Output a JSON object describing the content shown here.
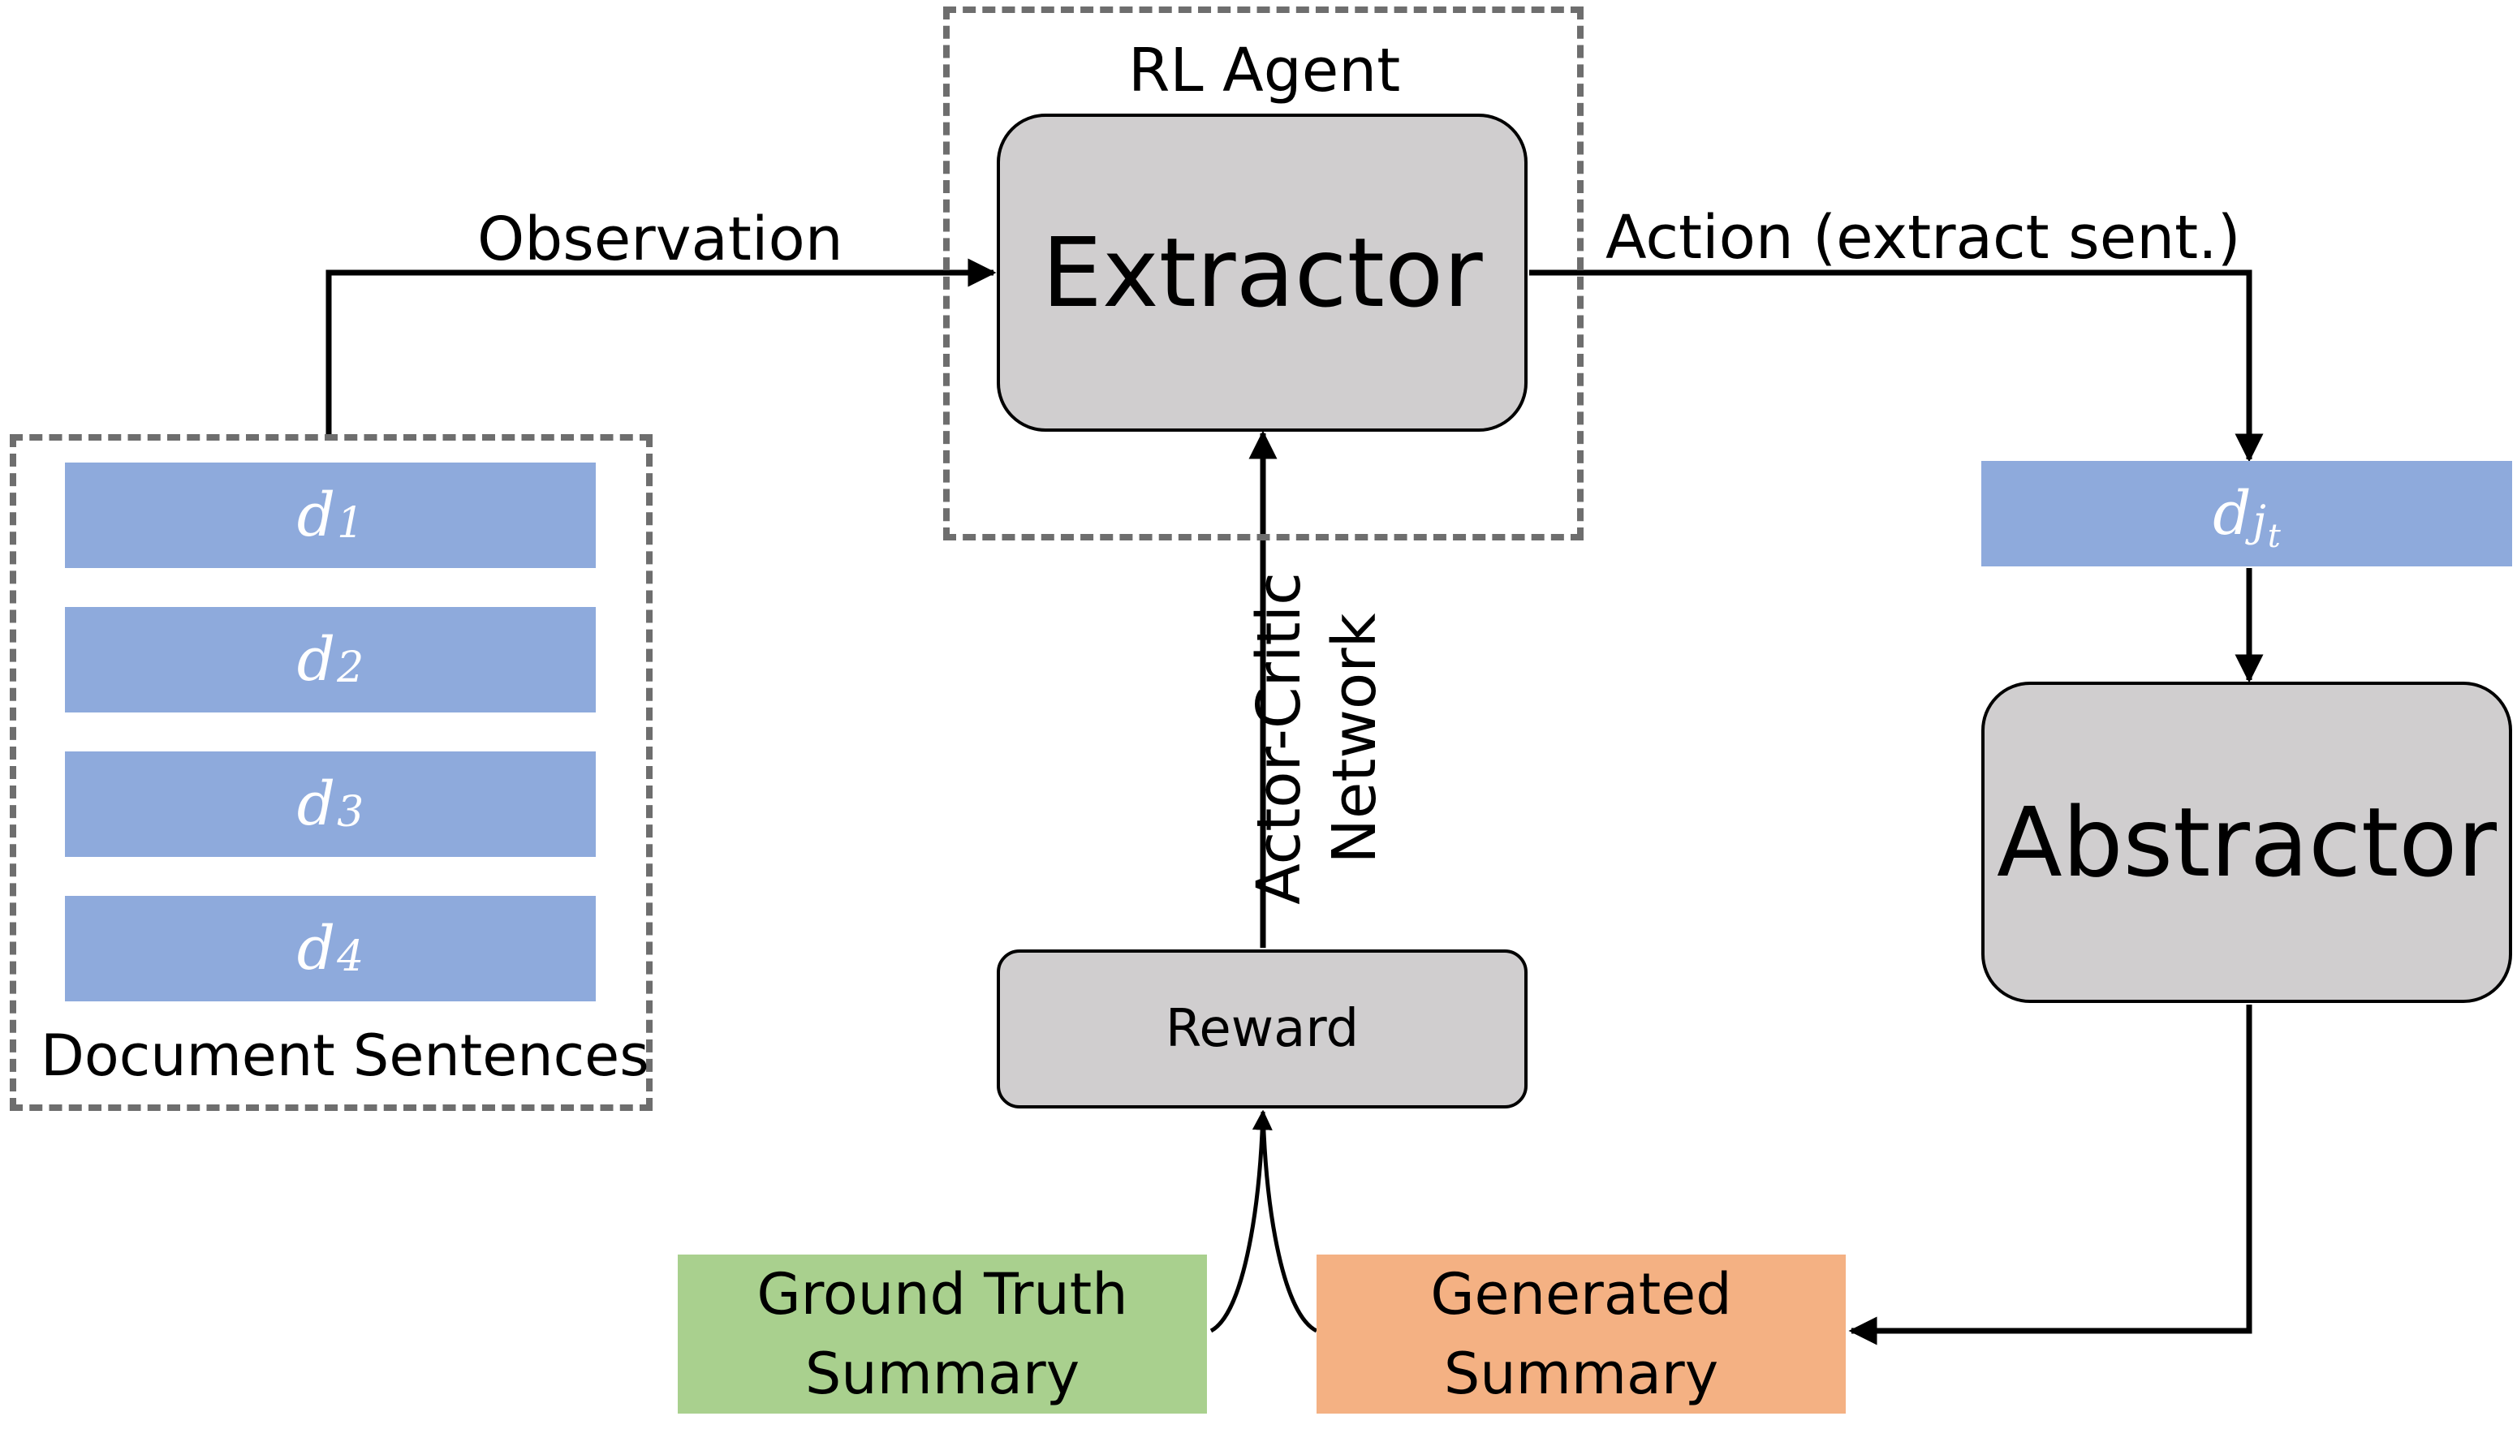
{
  "rl_agent": {
    "label": "RL Agent"
  },
  "extractor": {
    "label": "Extractor"
  },
  "abstractor": {
    "label": "Abstractor"
  },
  "reward": {
    "label": "Reward"
  },
  "observation": {
    "label": "Observation"
  },
  "action": {
    "label": "Action (extract sent.)"
  },
  "actor_critic": {
    "line1": "Actor-Critic",
    "line2": "Network"
  },
  "document": {
    "label": "Document Sentences",
    "sentences": [
      {
        "var": "d",
        "sub": "1"
      },
      {
        "var": "d",
        "sub": "2"
      },
      {
        "var": "d",
        "sub": "3"
      },
      {
        "var": "d",
        "sub": "4"
      }
    ]
  },
  "selected": {
    "var": "d",
    "sub": "j",
    "subsub": "t"
  },
  "ground_truth": {
    "line1": "Ground Truth",
    "line2": "Summary"
  },
  "generated": {
    "line1": "Generated",
    "line2": "Summary"
  },
  "colors": {
    "sentence": "#8eaadc",
    "module": "#d0cecf",
    "ground_truth": "#a9d08e",
    "generated": "#f4b183",
    "dash": "#6e6e6e"
  }
}
